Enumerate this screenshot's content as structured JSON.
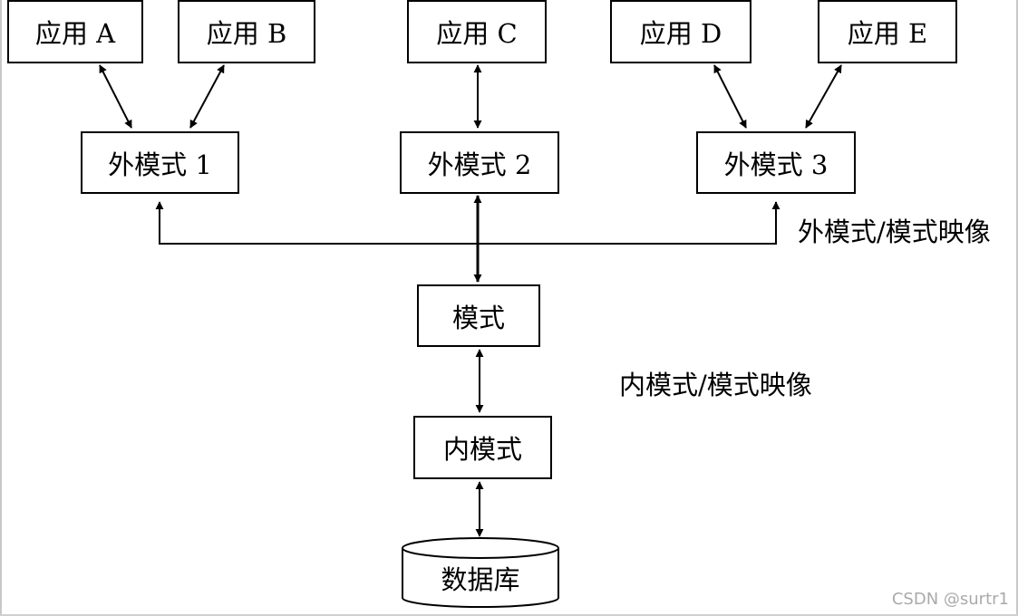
{
  "apps": [
    "应用 A",
    "应用 B",
    "应用 C",
    "应用 D",
    "应用 E"
  ],
  "external_schemas": [
    "外模式 1",
    "外模式 2",
    "外模式 3"
  ],
  "schema": "模式",
  "internal_schema": "内模式",
  "database": "数据库",
  "mapping_labels": {
    "external_schema_mapping": "外模式/模式映像",
    "internal_schema_mapping": "内模式/模式映像"
  },
  "watermark": "CSDN @surtr1"
}
